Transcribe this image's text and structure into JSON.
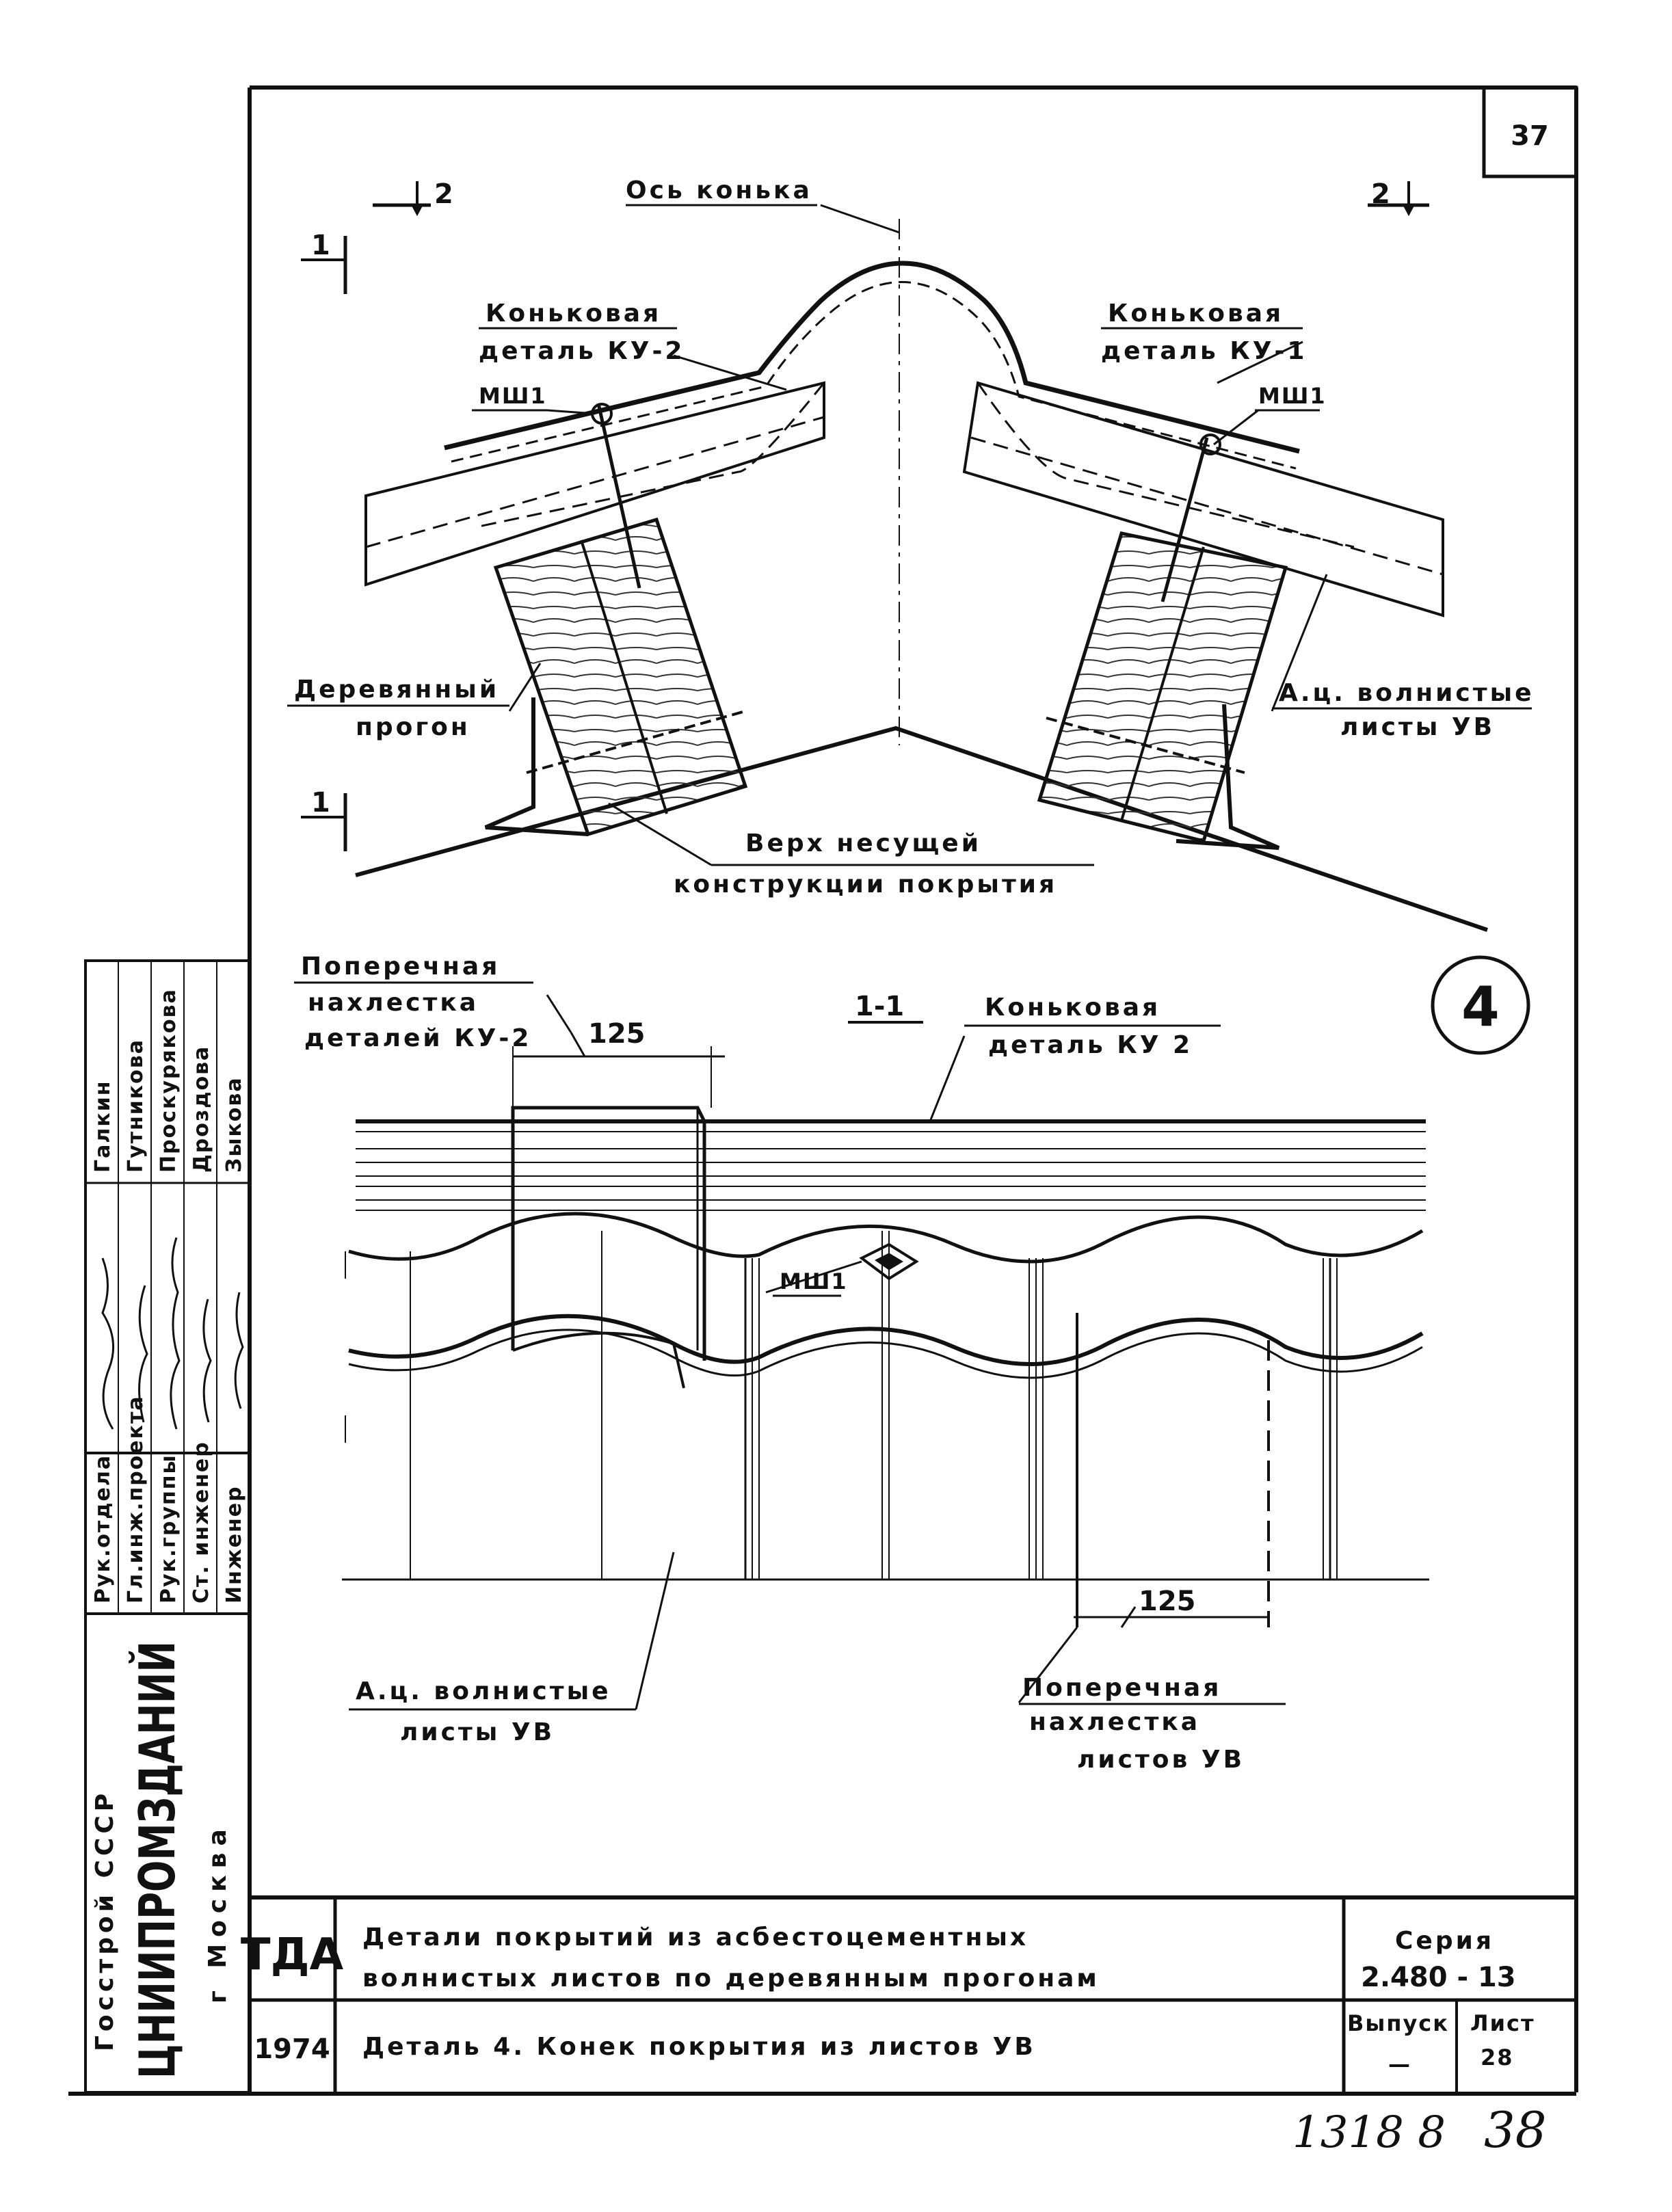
{
  "sheet": {
    "page_number": "37",
    "detail_number": "4",
    "handwritten_note": "1318 8",
    "handwritten_page": "38"
  },
  "top_view": {
    "section_mark_left": "2",
    "section_mark_right": "2",
    "cut_mark_top": "1",
    "cut_mark_bottom": "1",
    "ridge_axis": "Ось конька",
    "ridge_left_line1": "Коньковая",
    "ridge_left_line2": "деталь КУ-2",
    "ridge_right_line1": "Коньковая",
    "ridge_right_line2": "деталь КУ-1",
    "fastener_left": "МШ1",
    "fastener_right": "МШ1",
    "purlin_line1": "Деревянный",
    "purlin_line2": "прогон",
    "sheets_line1": "А.ц. волнистые",
    "sheets_line2": "листы УВ",
    "structure_line1": "Верх несущей",
    "structure_line2": "конструкции покрытия"
  },
  "section_view": {
    "section_title": "1-1",
    "overlap_top_line1": "Поперечная",
    "overlap_top_line2": "нахлестка",
    "overlap_top_line3": "деталей КУ-2",
    "dim_top": "125",
    "ridge_line1": "Коньковая",
    "ridge_line2": "деталь КУ 2",
    "fastener": "МШ1",
    "dim_bottom": "125",
    "sheets_line1": "А.ц. волнистые",
    "sheets_line2": "листы УВ",
    "overlap_bottom_line1": "Поперечная",
    "overlap_bottom_line2": "нахлестка",
    "overlap_bottom_line3": "листов УВ"
  },
  "stamp": {
    "org_line1": "Госстрой СССР",
    "org_line2": "ЦНИИПРОМЗДАНИЙ",
    "org_line3": "г Москва",
    "roles": [
      "Рук.отдела",
      "Гл.инж.проекта",
      "Рук.группы",
      "Ст. инженер",
      "Инженер"
    ],
    "names": [
      "Галкин",
      "Гутникова",
      "Проскурякова",
      "Дроздова",
      "Зыкова"
    ]
  },
  "title_block": {
    "code": "ТДА",
    "year": "1974",
    "title_line1": "Детали покрытий из асбестоцементных",
    "title_line2": "волнистых листов по деревянным прогонам",
    "subtitle": "Деталь 4. Конек покрытия из листов УВ",
    "series_label": "Серия",
    "series_value": "2.480 - 13",
    "issue_label": "Выпуск",
    "issue_value": "—",
    "sheet_label": "Лист",
    "sheet_value": "28"
  }
}
